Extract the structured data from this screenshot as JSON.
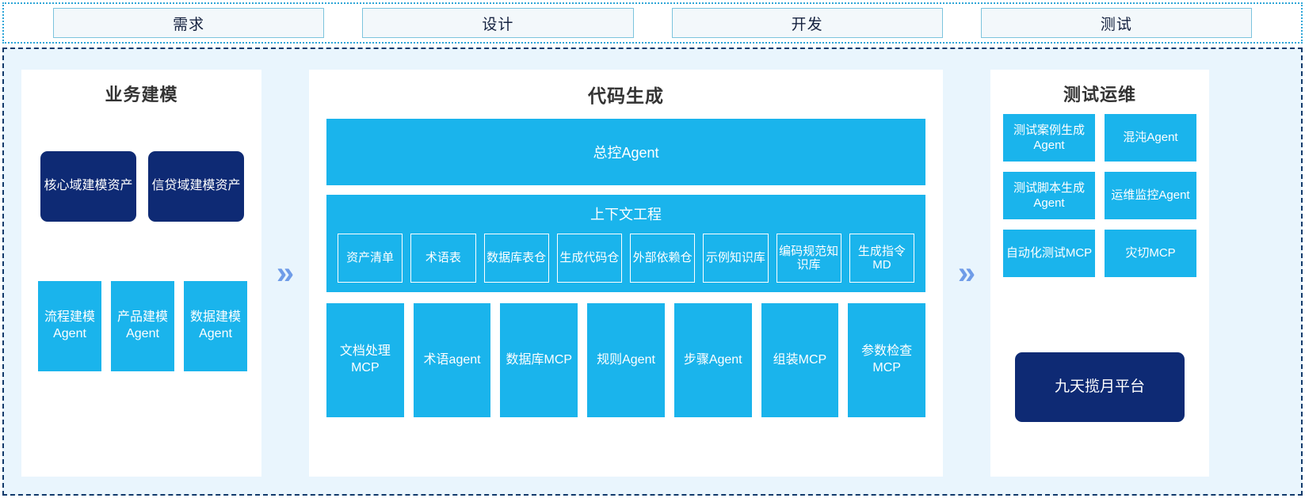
{
  "phases": [
    {
      "label": "需求"
    },
    {
      "label": "设计"
    },
    {
      "label": "开发"
    },
    {
      "label": "测试"
    }
  ],
  "chevron_glyph": "»",
  "colors": {
    "navy": "#0e2a74",
    "cyan": "#1ab4ec",
    "panel_bg": "#e9f5fd",
    "chevron": "#6f9ce8",
    "phase_border": "#7cc4dd",
    "title_text": "#333333"
  },
  "left_panel": {
    "title": "业务建模",
    "assets": [
      {
        "label": "核心域建模资产"
      },
      {
        "label": "信贷域建模资产"
      }
    ],
    "agents": [
      {
        "label": "流程建模Agent"
      },
      {
        "label": "产品建模Agent"
      },
      {
        "label": "数据建模Agent"
      }
    ]
  },
  "center_panel": {
    "title": "代码生成",
    "master_agent": "总控Agent",
    "context": {
      "title": "上下文工程",
      "items": [
        {
          "label": "资产清单"
        },
        {
          "label": "术语表"
        },
        {
          "label": "数据库表仓"
        },
        {
          "label": "生成代码仓"
        },
        {
          "label": "外部依赖仓"
        },
        {
          "label": "示例知识库"
        },
        {
          "label": "编码规范知识库"
        },
        {
          "label": "生成指令MD"
        }
      ]
    },
    "tools": [
      {
        "label": "文档处理MCP"
      },
      {
        "label": "术语agent"
      },
      {
        "label": "数据库MCP"
      },
      {
        "label": "规则Agent"
      },
      {
        "label": "步骤Agent"
      },
      {
        "label": "组装MCP"
      },
      {
        "label": "参数检查MCP"
      }
    ]
  },
  "right_panel": {
    "title": "测试运维",
    "items": [
      {
        "label": "测试案例生成Agent"
      },
      {
        "label": "混沌Agent"
      },
      {
        "label": "测试脚本生成Agent"
      },
      {
        "label": "运维监控Agent"
      },
      {
        "label": "自动化测试MCP"
      },
      {
        "label": "灾切MCP"
      }
    ],
    "platform": {
      "label": "九天揽月平台"
    }
  }
}
